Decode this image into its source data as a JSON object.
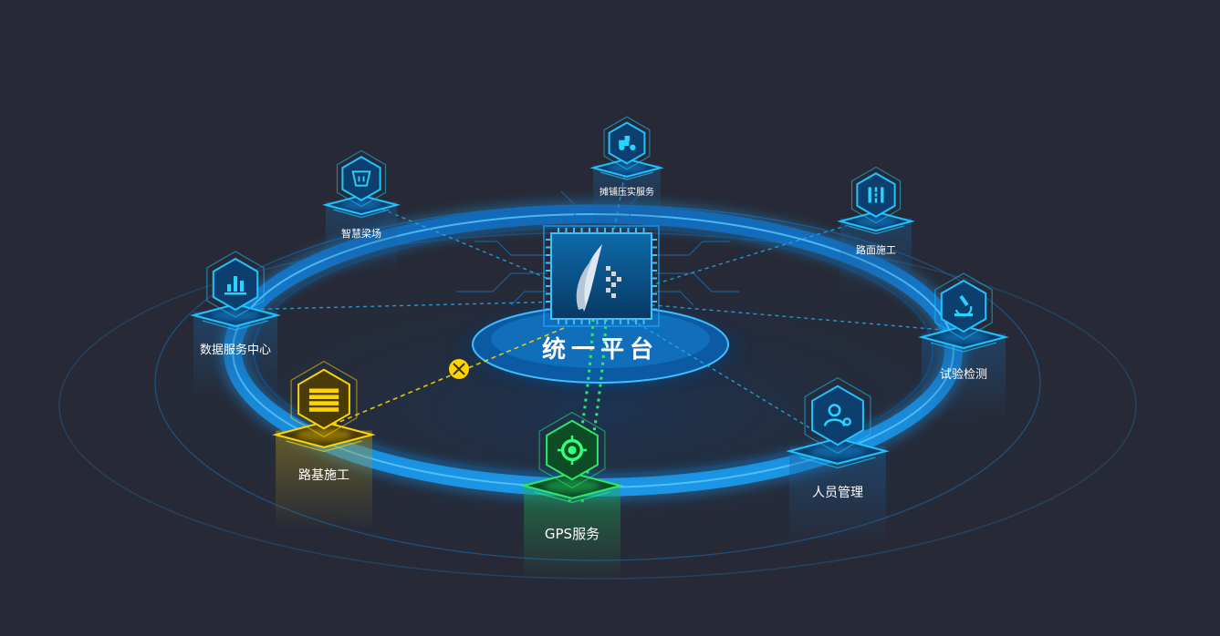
{
  "center": {
    "title": "统一平台",
    "logo_icon": "feather-logo-icon"
  },
  "colors": {
    "background": "#272a36",
    "ring_blue": "#1aa6ff",
    "cyan": "#1fd7ff",
    "highlight_yellow": "#ffd400",
    "highlight_green": "#2ee86a"
  },
  "modules": [
    {
      "id": "paving",
      "label": "摊铺压实服务",
      "icon": "roller-truck-icon",
      "state": "normal"
    },
    {
      "id": "beam_yard",
      "label": "智慧梁场",
      "icon": "beam-bucket-icon",
      "state": "normal"
    },
    {
      "id": "pavement",
      "label": "路面施工",
      "icon": "road-lanes-icon",
      "state": "normal"
    },
    {
      "id": "data_center",
      "label": "数据服务中心",
      "icon": "bar-chart-icon",
      "state": "normal"
    },
    {
      "id": "testing",
      "label": "试验检测",
      "icon": "microscope-icon",
      "state": "normal"
    },
    {
      "id": "subgrade",
      "label": "路基施工",
      "icon": "stacked-layers-icon",
      "state": "warning"
    },
    {
      "id": "personnel",
      "label": "人员管理",
      "icon": "user-gear-icon",
      "state": "normal"
    },
    {
      "id": "gps",
      "label": "GPS服务",
      "icon": "target-icon",
      "state": "active"
    }
  ],
  "links": [
    {
      "to": "paving",
      "style": "dotted-blue"
    },
    {
      "to": "beam_yard",
      "style": "dotted-blue"
    },
    {
      "to": "pavement",
      "style": "dotted-blue"
    },
    {
      "to": "data_center",
      "style": "dotted-blue"
    },
    {
      "to": "testing",
      "style": "dotted-blue"
    },
    {
      "to": "personnel",
      "style": "dotted-blue"
    },
    {
      "to": "subgrade",
      "style": "broken-yellow"
    },
    {
      "to": "gps",
      "style": "green-double"
    }
  ]
}
